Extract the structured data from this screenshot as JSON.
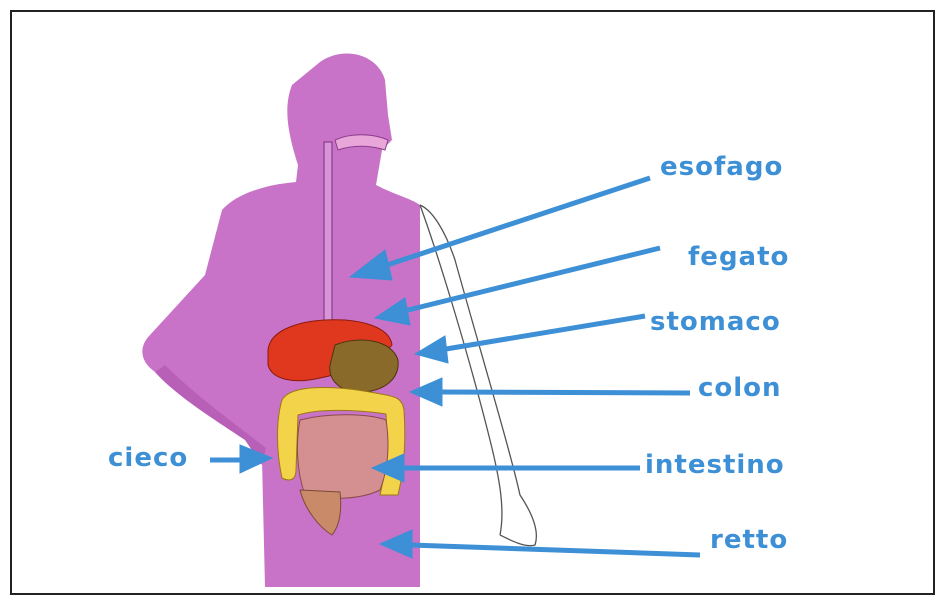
{
  "colors": {
    "label": "#3d8fd6",
    "arrow": "#3d8fd6",
    "body": "#c873c8",
    "liver": "#e0381f",
    "stomach": "#8a6a2a",
    "colon": "#f2d34a",
    "intestine": "#d49090"
  },
  "labels": {
    "esofago": "esofago",
    "fegato": "fegato",
    "stomaco": "stomaco",
    "colon": "colon",
    "intestino": "intestino",
    "retto": "retto",
    "cieco": "cieco"
  }
}
